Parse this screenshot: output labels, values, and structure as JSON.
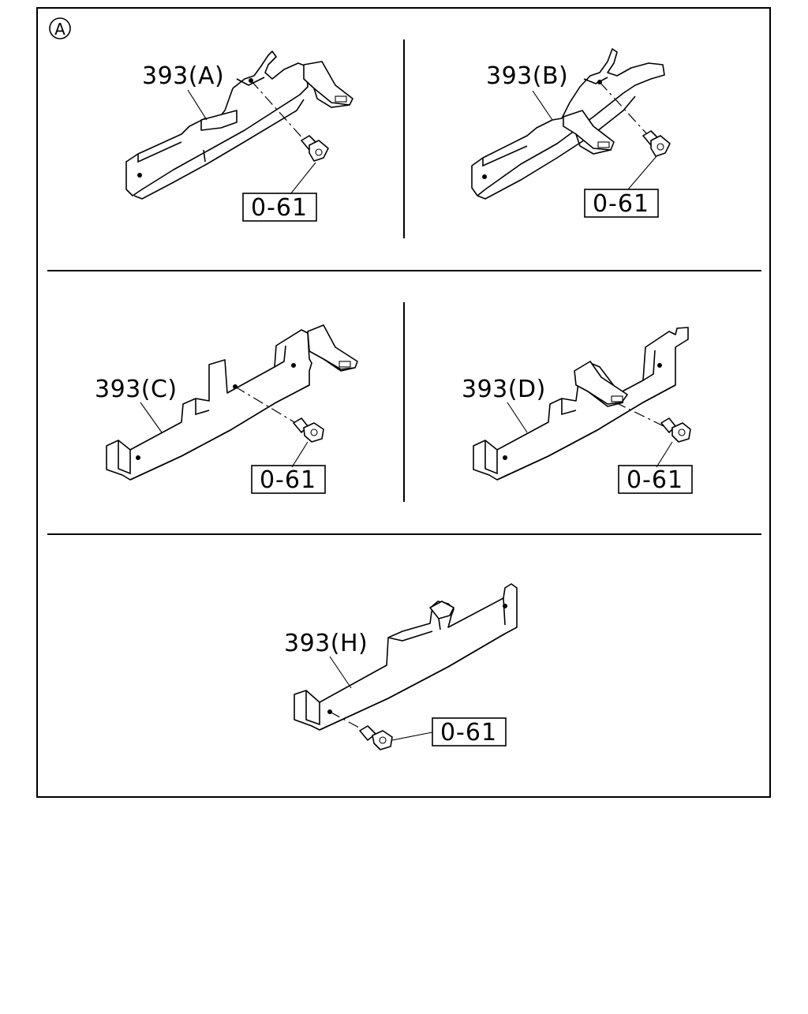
{
  "view_marker": "A",
  "panels": [
    {
      "id": "a",
      "part_label": "393(A)",
      "ref_label": "0-61"
    },
    {
      "id": "b",
      "part_label": "393(B)",
      "ref_label": "0-61"
    },
    {
      "id": "c",
      "part_label": "393(C)",
      "ref_label": "0-61"
    },
    {
      "id": "d",
      "part_label": "393(D)",
      "ref_label": "0-61"
    },
    {
      "id": "h",
      "part_label": "393(H)",
      "ref_label": "0-61"
    }
  ]
}
